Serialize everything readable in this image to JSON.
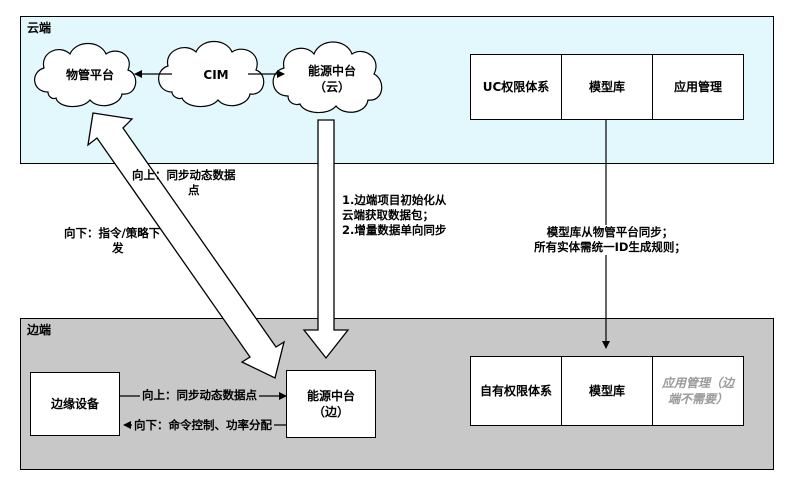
{
  "zones": {
    "cloud_title": "云端",
    "edge_title": "边端"
  },
  "cloud": {
    "asset_platform": "物管平台",
    "cim": "CIM",
    "energy_center_line1": "能源中台",
    "energy_center_line2": "（云）",
    "modules": [
      "UC权限体系",
      "模型库",
      "应用管理"
    ]
  },
  "edge": {
    "edge_device": "边缘设备",
    "energy_center_line1": "能源中台",
    "energy_center_line2": "（边）",
    "modules": [
      "自有权限体系",
      "模型库"
    ],
    "app_mgmt_line1": "应用管理（边",
    "app_mgmt_line2": "端不需要）"
  },
  "labels": {
    "up_sync_line1": "向上：同步动态数据",
    "up_sync_line2": "点",
    "down_cmd_line1": "向下：指令/策略下",
    "down_cmd_line2": "发",
    "init_line1": "1.边端项目初始化从",
    "init_line2": "云端获取数据包；",
    "init_line3": "2.增量数据单向同步",
    "model_sync_line1": "模型库从物管平台同步；",
    "model_sync_line2": "所有实体需统一ID生成规则；",
    "edge_up": "向上：同步动态数据点",
    "edge_down": "向下：命令控制、功率分配"
  },
  "colors": {
    "cloud_bg": "#e3f8fd",
    "edge_bg": "#c8c8c8"
  }
}
